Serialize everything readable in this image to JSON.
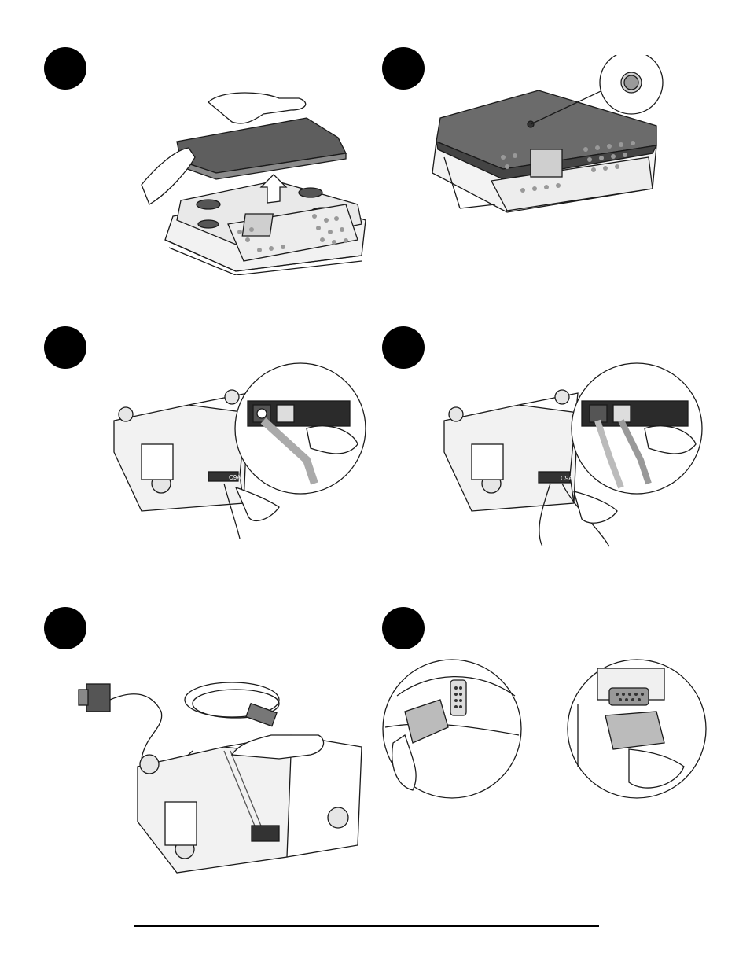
{
  "page": {
    "steps": [
      {
        "badge": "step-1",
        "illustration": "lift-platter-off-scale"
      },
      {
        "badge": "step-2",
        "illustration": "scale-with-platter-and-level-bubble"
      },
      {
        "badge": "step-3",
        "illustration": "plug-power-cord-underside"
      },
      {
        "badge": "step-4",
        "illustration": "plug-phone-cord-underside"
      },
      {
        "badge": "step-5",
        "illustration": "route-cables-in-channel"
      },
      {
        "badge": "step-6",
        "illustration": "connect-serial-cable-to-computer"
      }
    ],
    "scale_label_left": "C9A",
    "scale_label_right": "C9A",
    "footer_rule": true
  },
  "colors": {
    "badge": "#000000",
    "line": "#1a1a1a",
    "platter": "#6b6b6b",
    "light": "#e6e6e6"
  }
}
